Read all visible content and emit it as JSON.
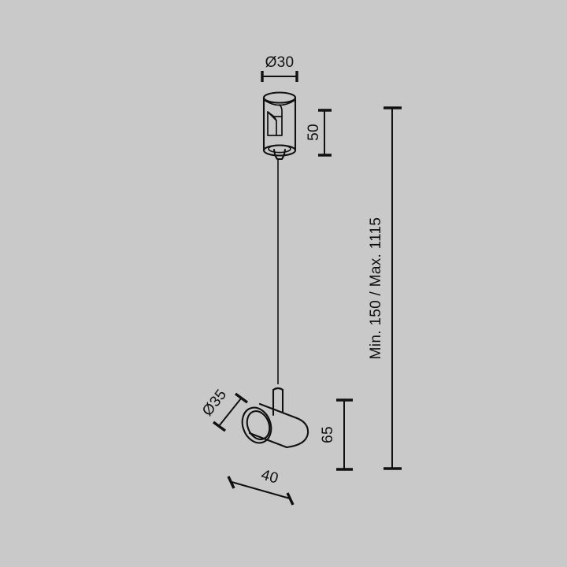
{
  "drawing": {
    "title": "Pendant spotlight technical dimension drawing",
    "background_color": "#c9c9c9",
    "line_color": "#111111",
    "units": "mm",
    "dimensions": {
      "top_diameter": "Ø30",
      "mount_height": "50",
      "suspension": "Min. 150 / Max. 1115",
      "head_diameter": "Ø35",
      "head_length": "65",
      "head_width": "40"
    },
    "parts": {
      "ceiling_mount_label": "ceiling-mount-cylinder",
      "cable_label": "suspension-cable",
      "stem_label": "head-stem",
      "head_label": "spotlight-head"
    }
  }
}
